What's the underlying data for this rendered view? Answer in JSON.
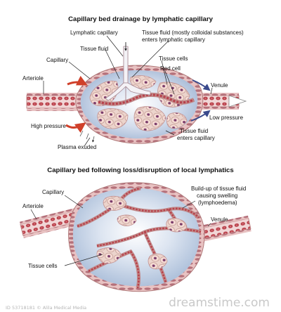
{
  "top": {
    "title": "Capillary bed drainage by lymphatic capillary",
    "labels": {
      "lymphatic_capillary": "Lymphatic capillary",
      "tissue_fluid_line1": "Tissue fluid (mostly colloidal substances)",
      "tissue_fluid_line2": "enters lymphatic capillary",
      "tissue_fluid": "Tissue fluid",
      "capillary": "Capillary",
      "tissue_cells": "Tissue cells",
      "red_cell": "Red cell",
      "arteriole": "Arteriole",
      "venule": "Venule",
      "high_pressure": "High pressure",
      "low_pressure": "Low pressure",
      "plasma_exuded": "Plasma exuded",
      "enters_line1": "Tissue fluid",
      "enters_line2": "enters capillary"
    }
  },
  "bottom": {
    "title": "Capillary bed following loss/disruption of local lymphatics",
    "labels": {
      "capillary": "Capillary",
      "buildup_line1": "Build-up of tissue fluid",
      "buildup_line2": "causing swelling",
      "buildup_line3": "(lymphoedema)",
      "arteriole": "Arteriole",
      "venule": "Venule",
      "tissue_cells": "Tissue cells"
    }
  },
  "watermark": {
    "text": "dreamstime.com",
    "id_line": "ID 53718181 © Alila Medical Media"
  },
  "colors": {
    "vessel_wall": "#c08888",
    "vessel_fill": "#f4dada",
    "red_cell": "#b8404a",
    "tissue_cell_fill": "#f5d7cf",
    "tissue_cell_nucleus": "#7a3b6a",
    "tissue_fluid": "#b9c8de",
    "arrow_red": "#d0402a",
    "arrow_blue": "#3a4a8c"
  }
}
